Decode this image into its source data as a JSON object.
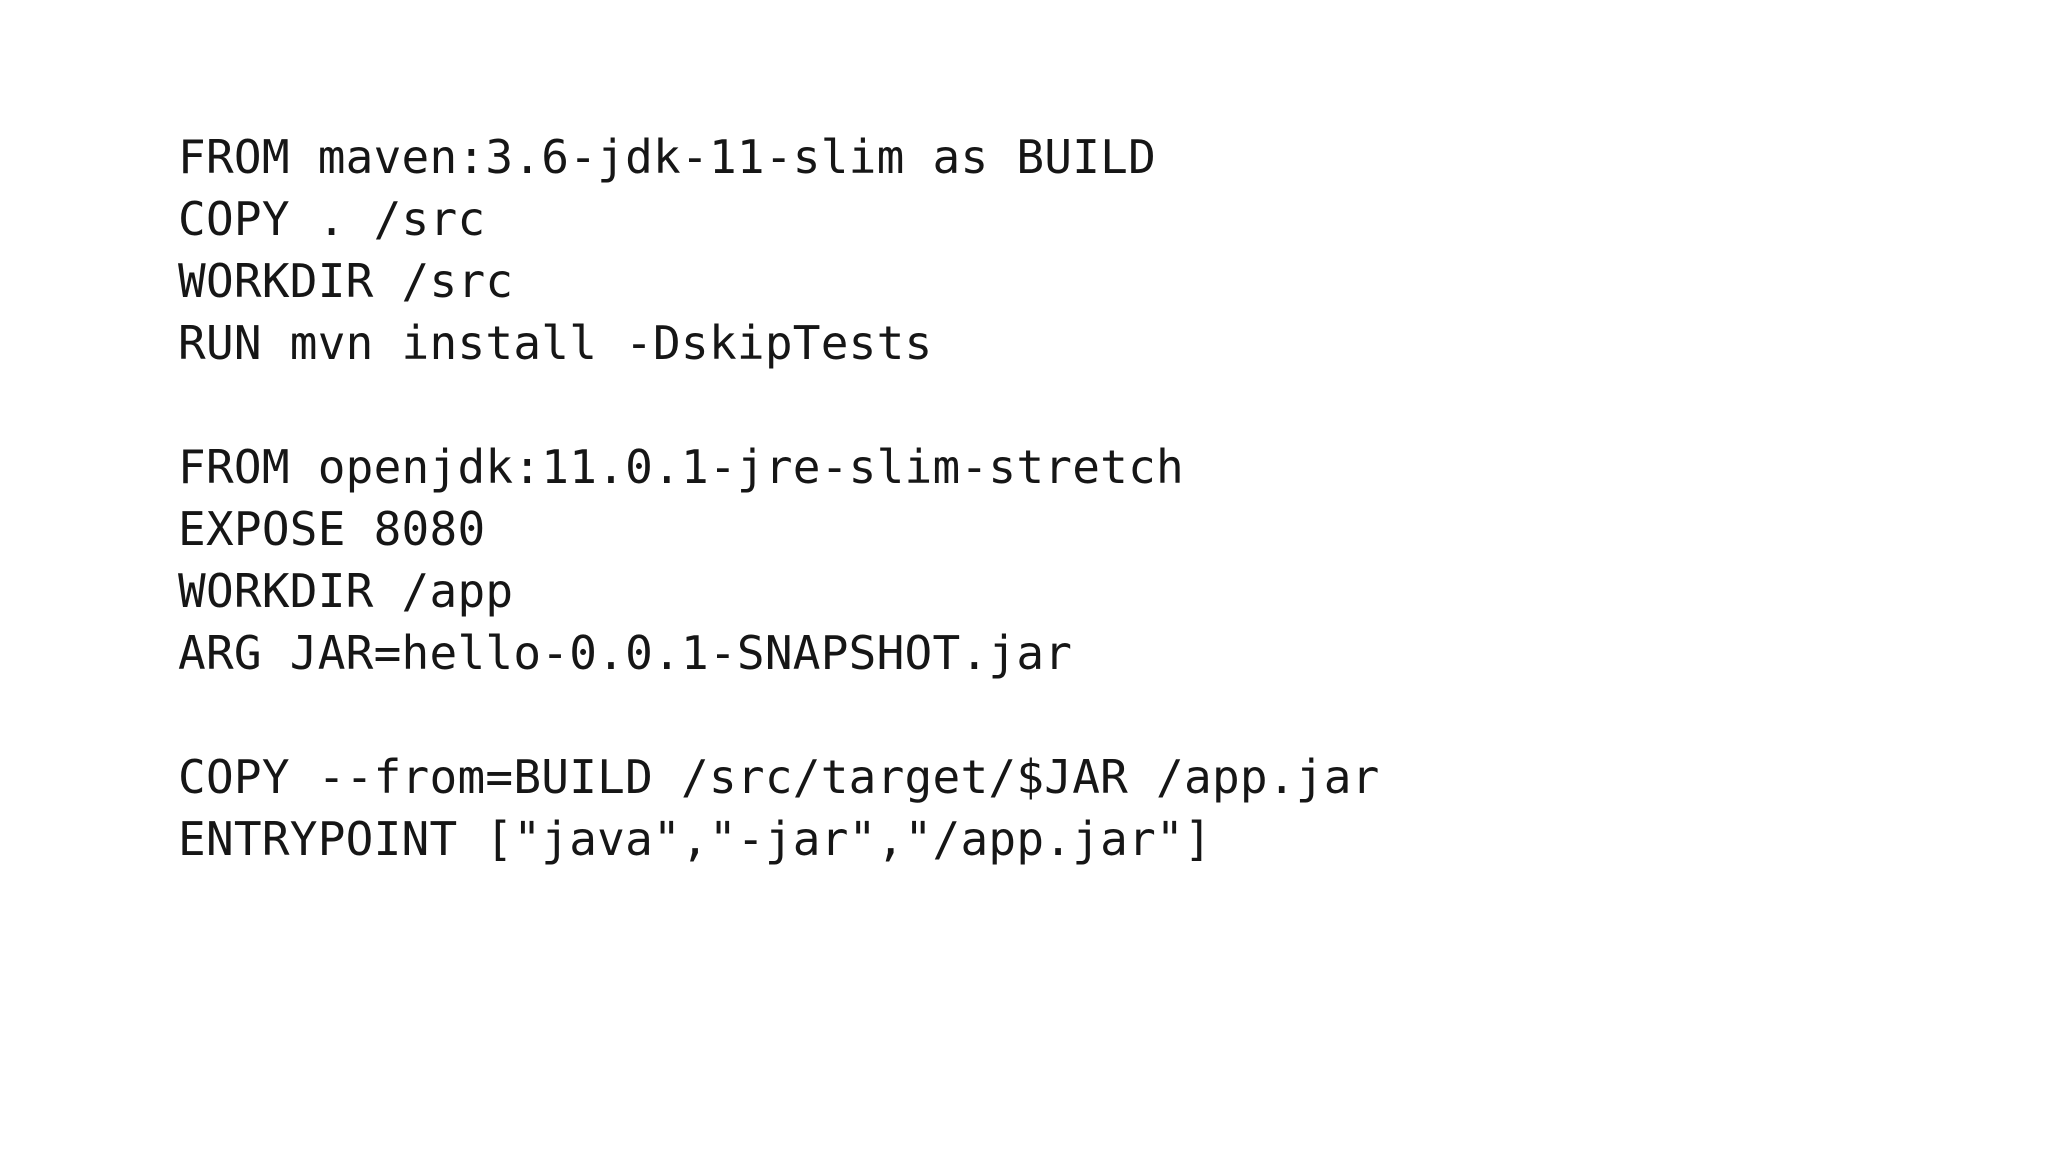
{
  "page": {
    "background_color": "#ffffff",
    "text_color": "#161616"
  },
  "code": {
    "language": "dockerfile",
    "lines": [
      "FROM maven:3.6-jdk-11-slim as BUILD",
      "COPY . /src",
      "WORKDIR /src",
      "RUN mvn install -DskipTests",
      "",
      "FROM openjdk:11.0.1-jre-slim-stretch",
      "EXPOSE 8080",
      "WORKDIR /app",
      "ARG JAR=hello-0.0.1-SNAPSHOT.jar",
      "",
      "COPY --from=BUILD /src/target/$JAR /app.jar",
      "ENTRYPOINT [\"java\",\"-jar\",\"/app.jar\"]"
    ]
  }
}
